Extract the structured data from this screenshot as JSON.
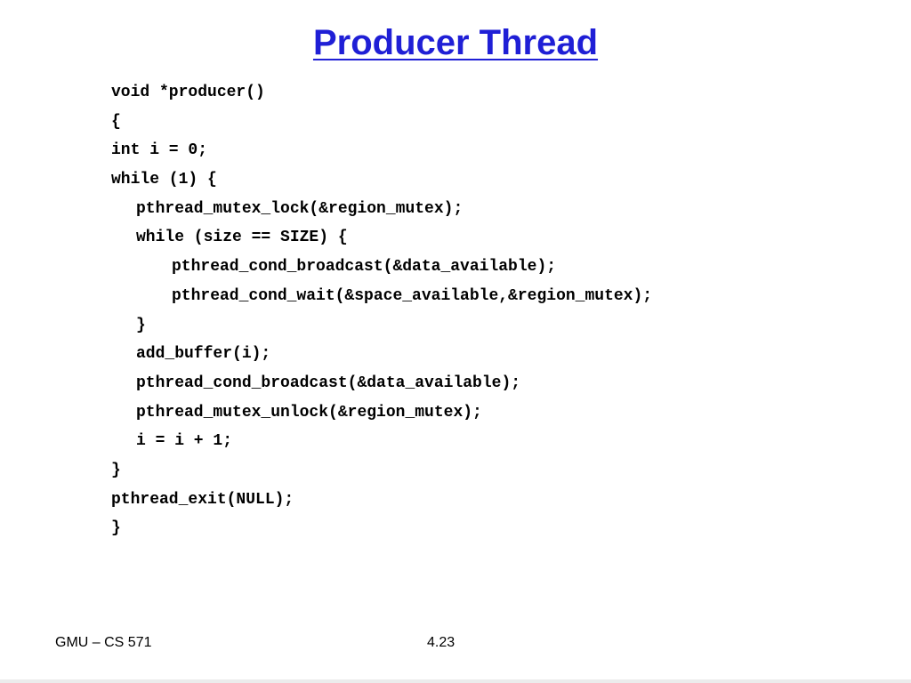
{
  "slide": {
    "title": "Producer Thread",
    "title_color": "#1f1fd6",
    "code_lines": [
      "void *producer()",
      "{",
      "int i = 0;",
      "while (1) {",
      "pthread_mutex_lock(&region_mutex);",
      "while (size == SIZE) {",
      "pthread_cond_broadcast(&data_available);",
      "pthread_cond_wait(&space_available,&region_mutex);",
      "}",
      "add_buffer(i);",
      "pthread_cond_broadcast(&data_available);",
      "pthread_mutex_unlock(&region_mutex);",
      "i = i + 1;",
      "}",
      "pthread_exit(NULL);",
      "}"
    ]
  },
  "footer": {
    "course": "GMU – CS 571",
    "page_number": "4.23"
  }
}
